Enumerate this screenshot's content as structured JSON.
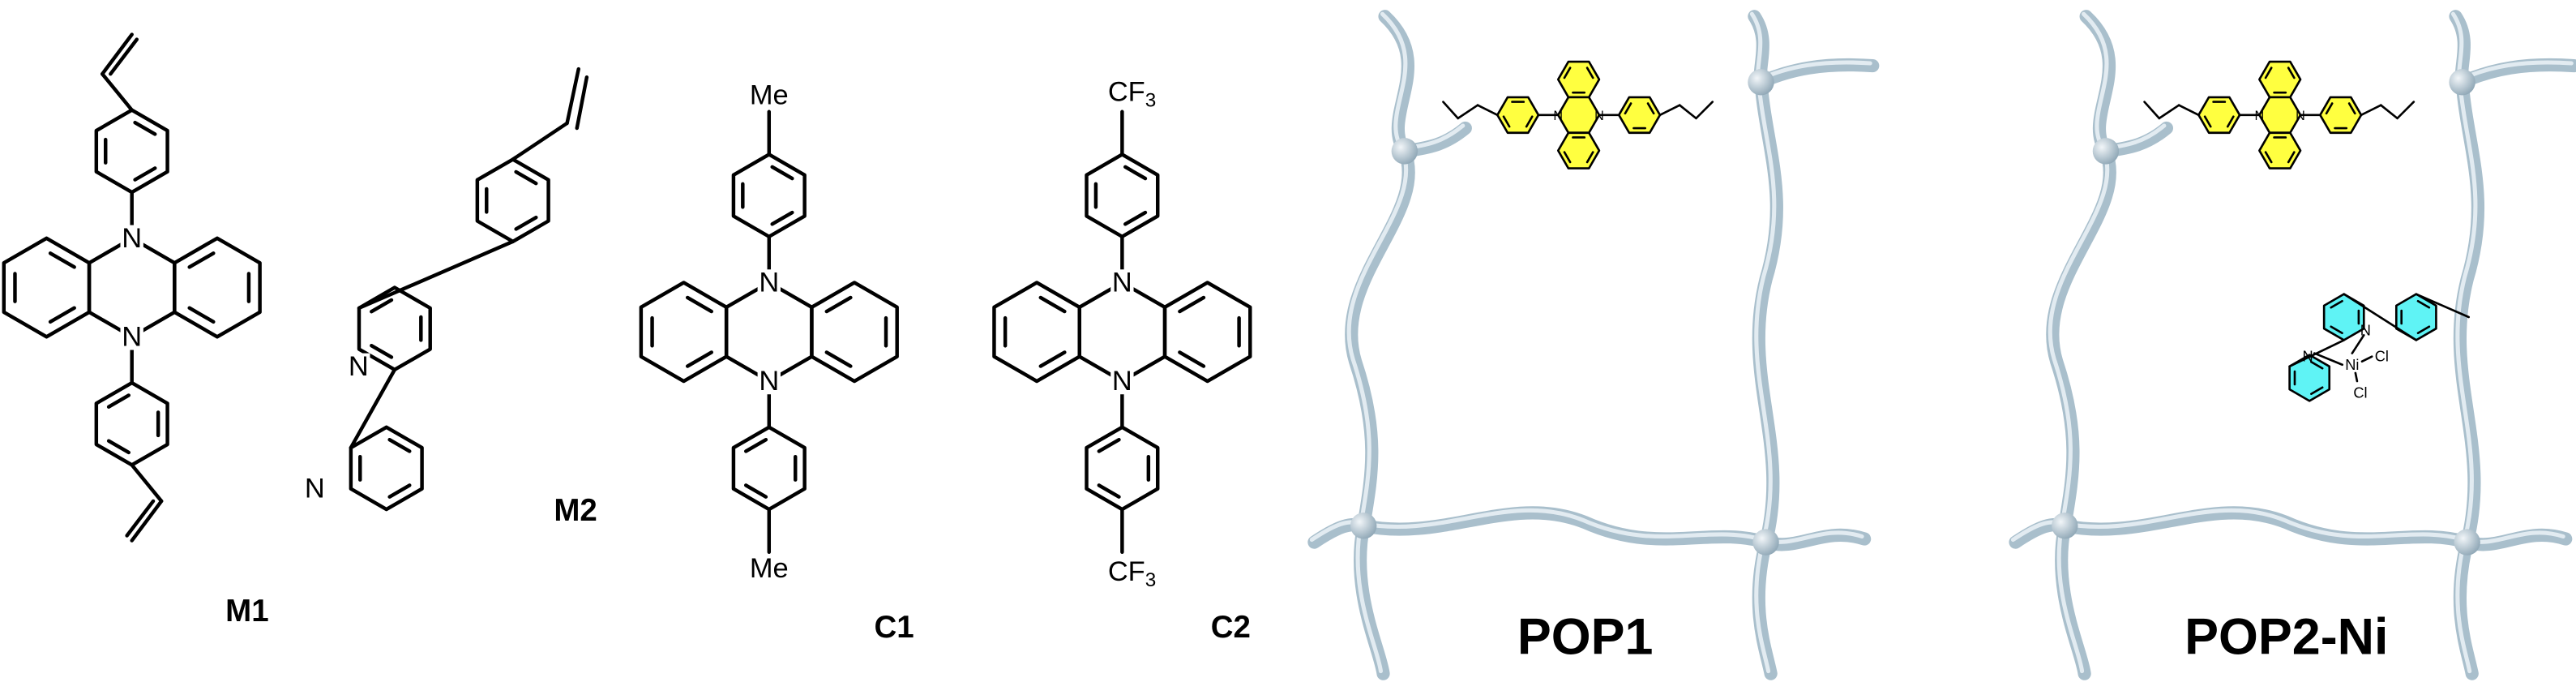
{
  "labels": {
    "M1": "M1",
    "M2": "M2",
    "C1": "C1",
    "C2": "C2",
    "POP1": "POP1",
    "POP2Ni": "POP2-Ni"
  },
  "atoms": {
    "N": "N",
    "Me": "Me",
    "CF": "CF",
    "sub3": "3",
    "Ni": "Ni",
    "Cl": "Cl"
  },
  "colors": {
    "bond": "#000000",
    "tube": "#a9bfcc",
    "tube_highlight": "#e2ebf1",
    "phenazine_fill": "#ffff40",
    "bipyridine_fill": "#5ff3f5"
  }
}
